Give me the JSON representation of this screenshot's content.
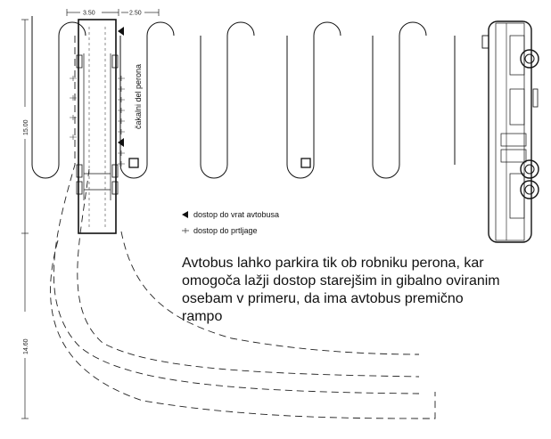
{
  "dimensions": {
    "top_left": "3.50",
    "top_right": "2.50",
    "left_upper": "15.00",
    "left_lower": "14.60"
  },
  "platform_label": "čakalni del perona",
  "legend": {
    "items": [
      {
        "symbol": "filled-triangle",
        "text": "dostop do vrat avtobusa"
      },
      {
        "symbol": "arrow",
        "text": "dostop do prtljage"
      }
    ]
  },
  "description_lines": [
    "Avtobus lahko parkira tik ob robniku perona, kar",
    "omogoča lažji dostop starejšim in gibalno oviranim",
    "osebam v primeru, da ima avtobus premično",
    "rampo"
  ],
  "colors": {
    "line": "#111111",
    "background": "#ffffff"
  }
}
